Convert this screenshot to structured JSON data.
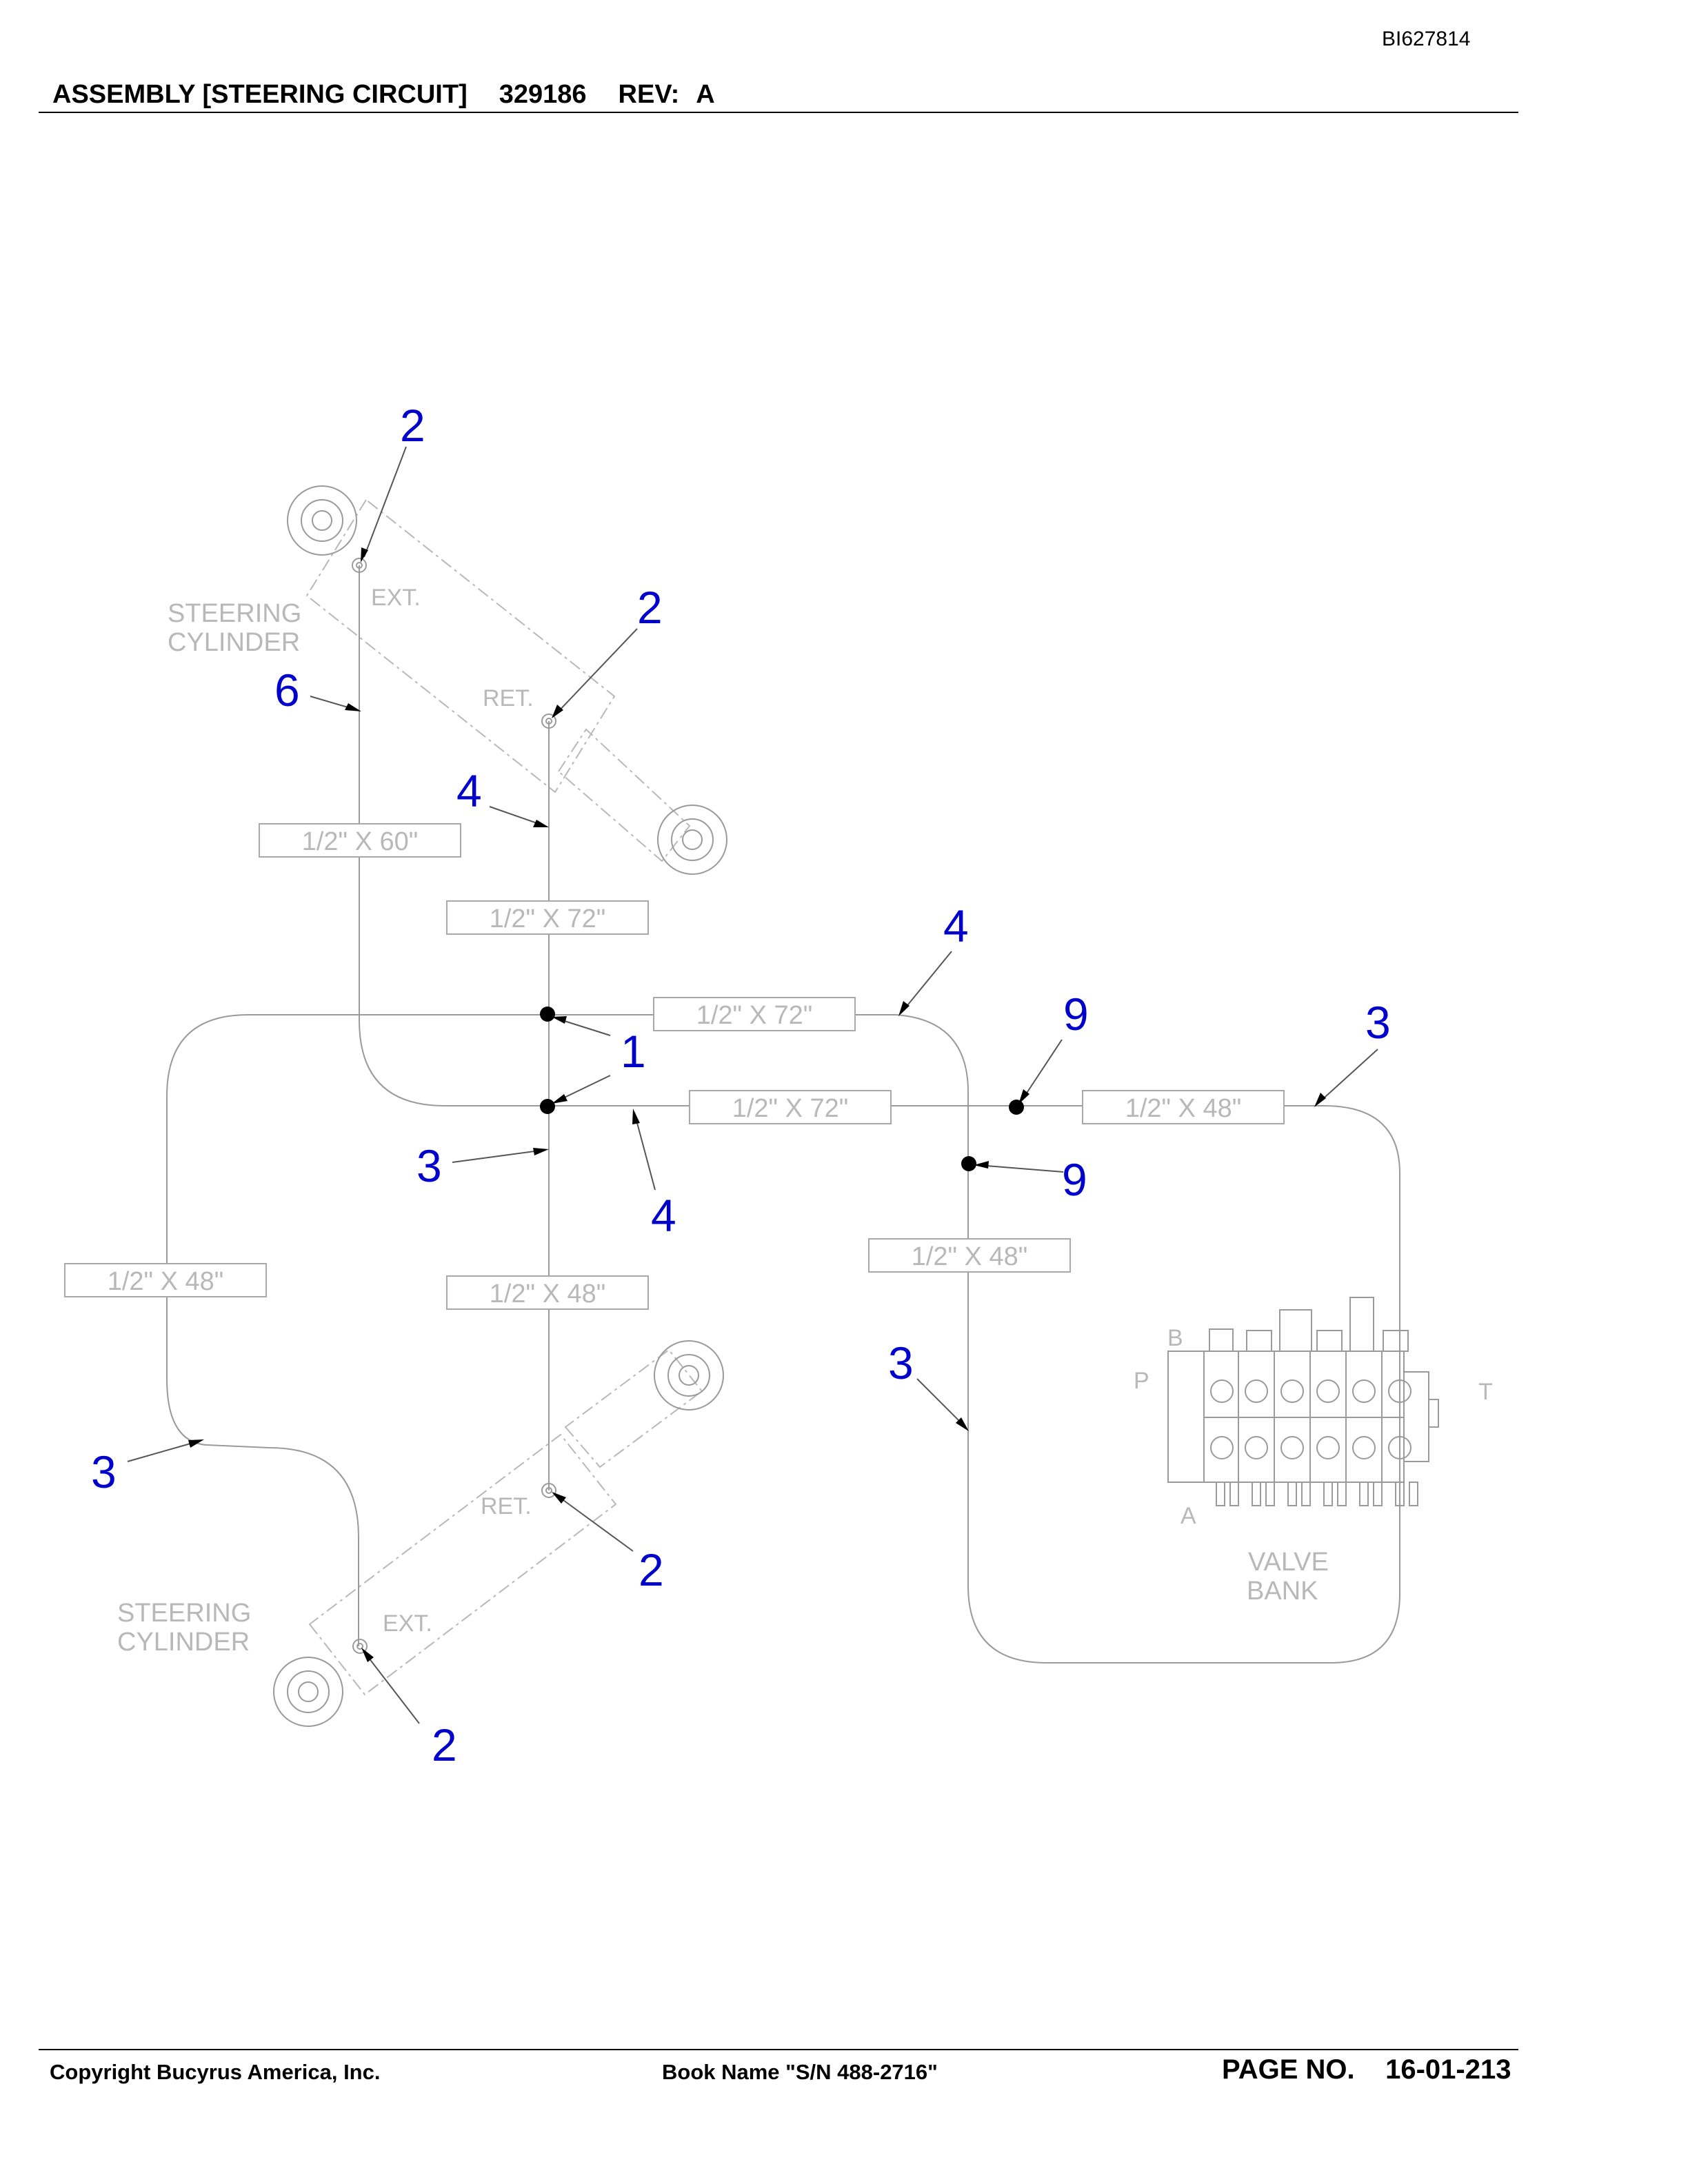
{
  "document": {
    "doc_id": "BI627814",
    "title": "ASSEMBLY [STEERING CIRCUIT]",
    "part_number": "329186",
    "rev_label": "REV:",
    "rev_value": "A"
  },
  "footer": {
    "copyright": "Copyright Bucyrus America, Inc.",
    "book_name": "Book Name \"S/N 488-2716\"",
    "page_label": "PAGE NO.",
    "page_value": "16-01-213"
  },
  "diagram": {
    "components": {
      "cylinder_top_label": [
        "STEERING",
        "CYLINDER"
      ],
      "cylinder_bottom_label": [
        "STEERING",
        "CYLINDER"
      ],
      "port_ext": "EXT.",
      "port_ret": "RET.",
      "valve_bank_label": [
        "VALVE",
        "BANK"
      ],
      "valve_ports": [
        "B",
        "P",
        "A",
        "T"
      ]
    },
    "hose_labels": [
      "1/2\" X 60\"",
      "1/2\" X 72\"",
      "1/2\" X 72\"",
      "1/2\" X 72\"",
      "1/2\" X 48\"",
      "1/2\" X 48\"",
      "1/2\" X 48\"",
      "1/2\" X 48\""
    ],
    "callouts": [
      "2",
      "2",
      "6",
      "4",
      "4",
      "9",
      "3",
      "1",
      "3",
      "4",
      "9",
      "3",
      "3",
      "2",
      "2"
    ]
  }
}
